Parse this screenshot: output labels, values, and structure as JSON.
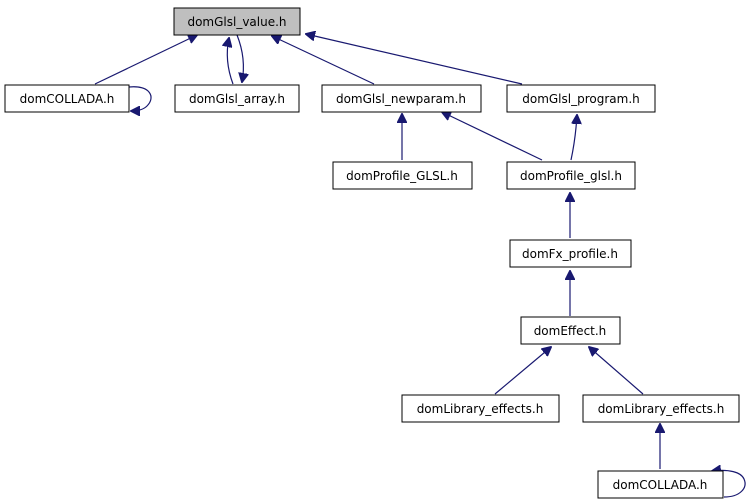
{
  "nodes": [
    {
      "id": "glsl_value",
      "label": "domGlsl_value.h",
      "root": true
    },
    {
      "id": "collada_top",
      "label": "domCOLLADA.h"
    },
    {
      "id": "glsl_array",
      "label": "domGlsl_array.h"
    },
    {
      "id": "glsl_newparam",
      "label": "domGlsl_newparam.h"
    },
    {
      "id": "glsl_program",
      "label": "domGlsl_program.h"
    },
    {
      "id": "profile_GLSL",
      "label": "domProfile_GLSL.h"
    },
    {
      "id": "profile_glsl",
      "label": "domProfile_glsl.h"
    },
    {
      "id": "fx_profile",
      "label": "domFx_profile.h"
    },
    {
      "id": "effect",
      "label": "domEffect.h"
    },
    {
      "id": "library_effects_1",
      "label": "domLibrary_effects.h"
    },
    {
      "id": "library_effects_2",
      "label": "domLibrary_effects.h"
    },
    {
      "id": "collada_bottom",
      "label": "domCOLLADA.h"
    }
  ],
  "edges": [
    {
      "from": "collada_top",
      "to": "glsl_value"
    },
    {
      "from": "collada_top",
      "to": "collada_top"
    },
    {
      "from": "glsl_array",
      "to": "glsl_value"
    },
    {
      "from": "glsl_value",
      "to": "glsl_array"
    },
    {
      "from": "glsl_newparam",
      "to": "glsl_value"
    },
    {
      "from": "glsl_program",
      "to": "glsl_value"
    },
    {
      "from": "profile_GLSL",
      "to": "glsl_newparam"
    },
    {
      "from": "profile_glsl",
      "to": "glsl_newparam"
    },
    {
      "from": "profile_glsl",
      "to": "glsl_program"
    },
    {
      "from": "fx_profile",
      "to": "profile_glsl"
    },
    {
      "from": "effect",
      "to": "fx_profile"
    },
    {
      "from": "library_effects_1",
      "to": "effect"
    },
    {
      "from": "library_effects_2",
      "to": "effect"
    },
    {
      "from": "collada_bottom",
      "to": "library_effects_2"
    },
    {
      "from": "collada_bottom",
      "to": "collada_bottom"
    }
  ]
}
